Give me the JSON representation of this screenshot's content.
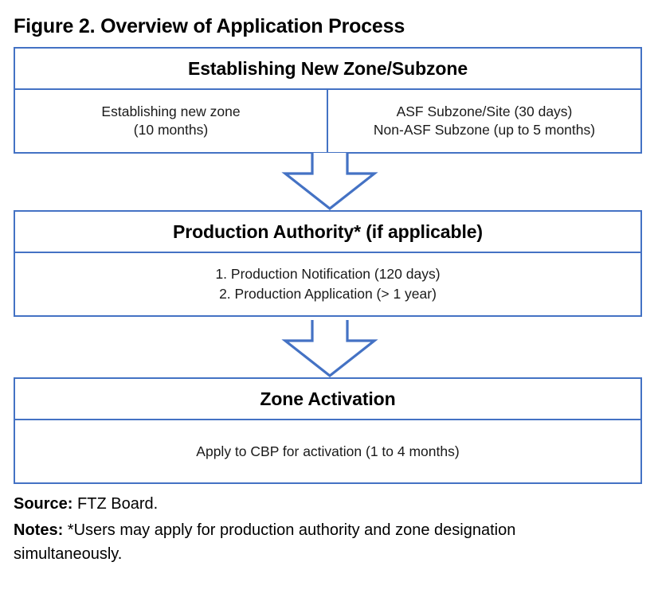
{
  "figure": {
    "title": "Figure 2. Overview of Application Process",
    "accent_color": "#4472C4",
    "background_color": "#FFFFFF",
    "text_color": "#000000"
  },
  "flow": {
    "steps": [
      {
        "id": "establishing-new-zone-subzone",
        "header": "Establishing New Zone/Subzone",
        "cells": [
          {
            "id": "establishing-new-zone",
            "text": "Establishing new zone\n(10 months)"
          },
          {
            "id": "asf-subzone",
            "text": "ASF Subzone/Site (30 days)\nNon-ASF Subzone (up to 5 months)"
          }
        ]
      },
      {
        "id": "production-authority",
        "header": "Production Authority* (if applicable)",
        "cells": [
          {
            "id": "production-steps",
            "text": "1. Production Notification (120 days)\n2. Production Application (> 1 year)"
          }
        ]
      },
      {
        "id": "zone-activation",
        "header": "Zone Activation",
        "cells": [
          {
            "id": "apply-to-cbp",
            "text": "Apply to CBP for activation (1 to 4 months)"
          }
        ]
      }
    ],
    "connectors": [
      {
        "id": "connector-1",
        "icon": "down-block-arrow-icon"
      },
      {
        "id": "connector-2",
        "icon": "down-block-arrow-icon"
      }
    ]
  },
  "footnotes": {
    "source_label": "Source:",
    "source_text": " FTZ Board.",
    "notes_label": "Notes:",
    "notes_text": " *Users may apply for production authority and zone designation simultaneously."
  }
}
